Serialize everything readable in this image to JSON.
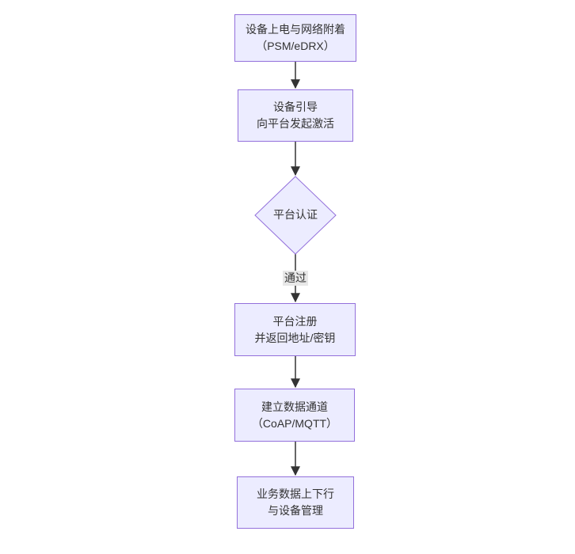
{
  "diagram": {
    "type": "flowchart",
    "direction": "top-down",
    "nodes": [
      {
        "id": "A",
        "shape": "rect",
        "lines": [
          "设备上电与网络附着",
          "（PSM/eDRX）"
        ]
      },
      {
        "id": "B",
        "shape": "rect",
        "lines": [
          "设备引导",
          "向平台发起激活"
        ]
      },
      {
        "id": "C",
        "shape": "diamond",
        "lines": [
          "平台认证"
        ]
      },
      {
        "id": "D",
        "shape": "rect",
        "lines": [
          "平台注册",
          "并返回地址/密钥"
        ]
      },
      {
        "id": "E",
        "shape": "rect",
        "lines": [
          "建立数据通道",
          "（CoAP/MQTT）"
        ]
      },
      {
        "id": "F",
        "shape": "rect",
        "lines": [
          "业务数据上下行",
          "与设备管理"
        ]
      }
    ],
    "edges": [
      {
        "from": "A",
        "to": "B",
        "label": ""
      },
      {
        "from": "B",
        "to": "C",
        "label": ""
      },
      {
        "from": "C",
        "to": "D",
        "label": "通过"
      },
      {
        "from": "D",
        "to": "E",
        "label": ""
      },
      {
        "from": "E",
        "to": "F",
        "label": ""
      }
    ],
    "colors": {
      "node_fill": "#ECECFF",
      "node_border": "#9370DB",
      "arrow": "#333333",
      "label_bg": "#e8e8e8",
      "text": "#333333",
      "background": "#ffffff"
    }
  }
}
